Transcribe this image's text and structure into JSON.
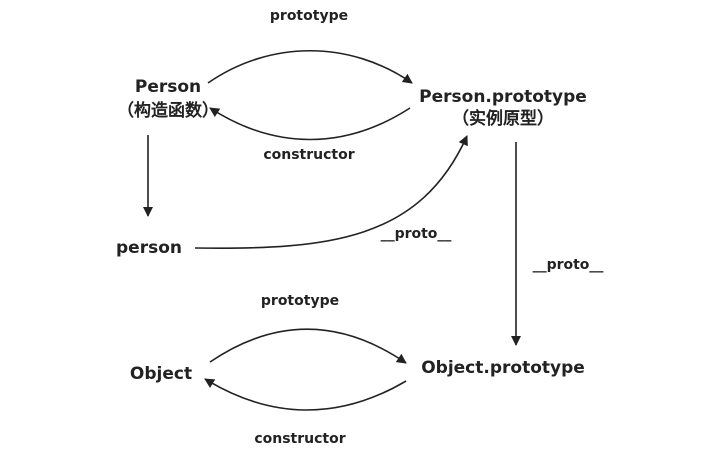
{
  "nodes": {
    "person_constructor": {
      "name": "Person",
      "subtitle": "（构造函数）"
    },
    "person_prototype": {
      "name": "Person.prototype",
      "subtitle": "（实例原型）"
    },
    "person_instance": {
      "name": "person"
    },
    "object_constructor": {
      "name": "Object"
    },
    "object_prototype": {
      "name": "Object.prototype"
    }
  },
  "edges": {
    "person_prototype_link": {
      "label": "prototype"
    },
    "person_constructor_link": {
      "label": "constructor"
    },
    "person_proto_link": {
      "label": "__proto__"
    },
    "person_prototype_proto_link": {
      "label": "__proto__"
    },
    "object_prototype_link": {
      "label": "prototype"
    },
    "object_constructor_link": {
      "label": "constructor"
    }
  },
  "colors": {
    "line": "#222222",
    "text": "#222222",
    "background": "#ffffff"
  }
}
